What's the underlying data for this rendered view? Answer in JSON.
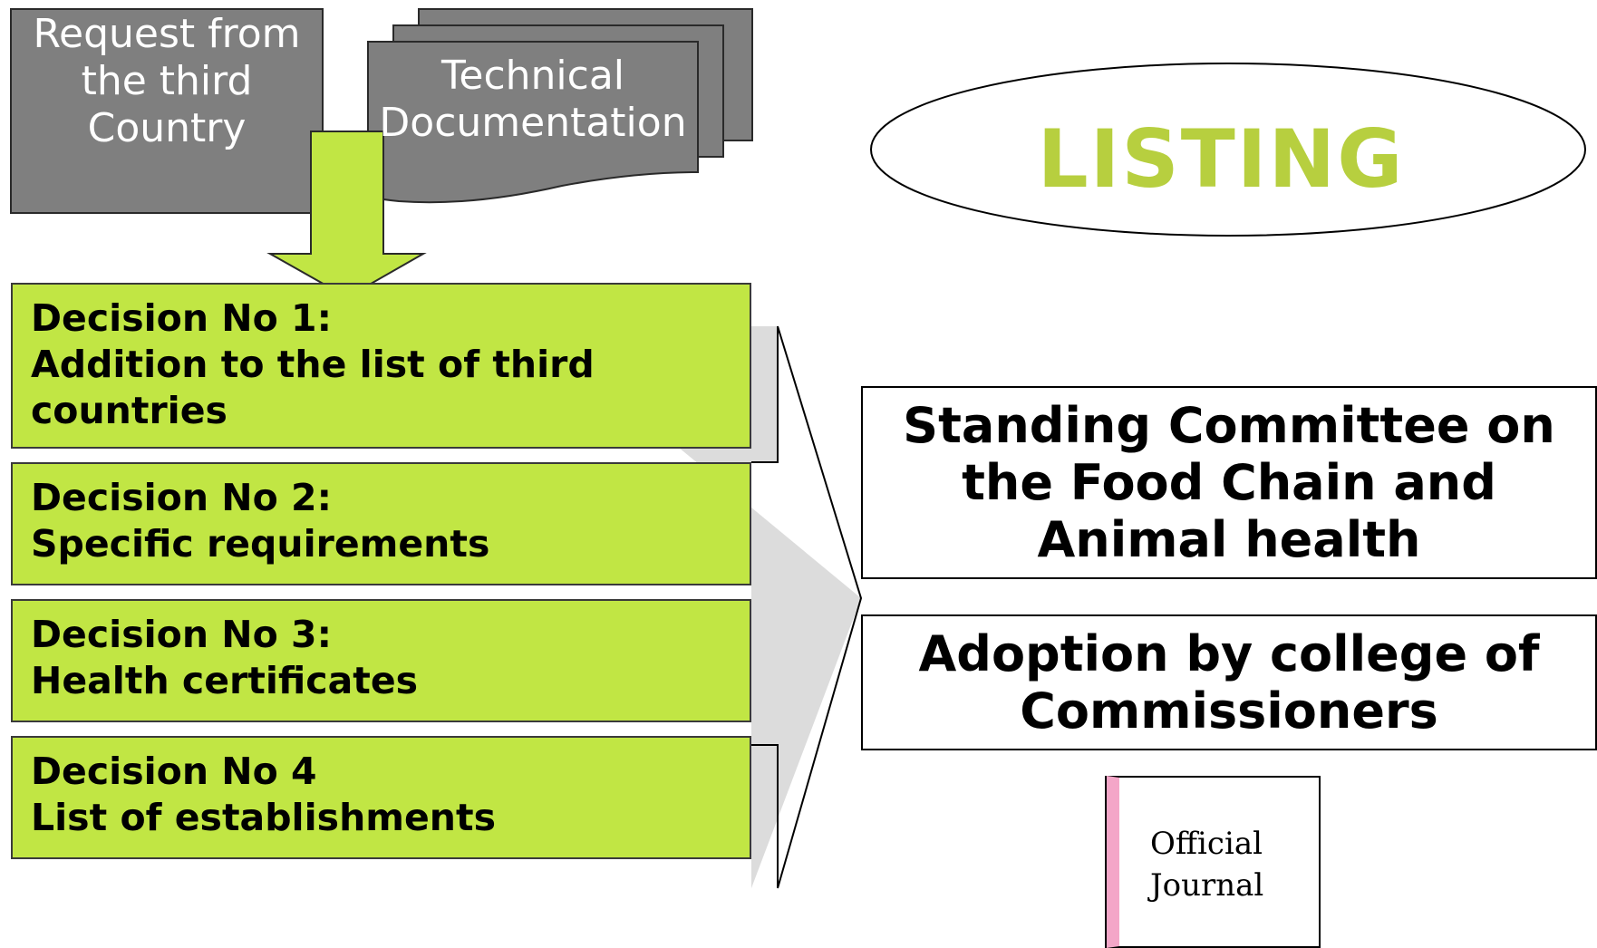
{
  "request_box": {
    "label": "Request from\nthe third\nCountry"
  },
  "tech_doc": {
    "label": "Technical\nDocumentation"
  },
  "listing": {
    "label": "LISTING"
  },
  "decisions": [
    {
      "label": "Decision No 1:\nAddition to the list of third\ncountries"
    },
    {
      "label": "Decision No 2:\nSpecific requirements"
    },
    {
      "label": "Decision No 3:\nHealth certificates"
    },
    {
      "label": "Decision No 4\nList of establishments"
    }
  ],
  "committee": {
    "label": "Standing Committee on\nthe Food Chain and\nAnimal health"
  },
  "adoption": {
    "label": "Adoption by college of\nCommissioners"
  },
  "journal": {
    "label": "Official\nJournal"
  },
  "colors": {
    "gray_box": "#7f7f7f",
    "decision_green": "#c1e644",
    "listing_text": "#b7cf3f",
    "journal_accent": "#f4a6c8",
    "funnel_gray": "#dcdcdc"
  }
}
